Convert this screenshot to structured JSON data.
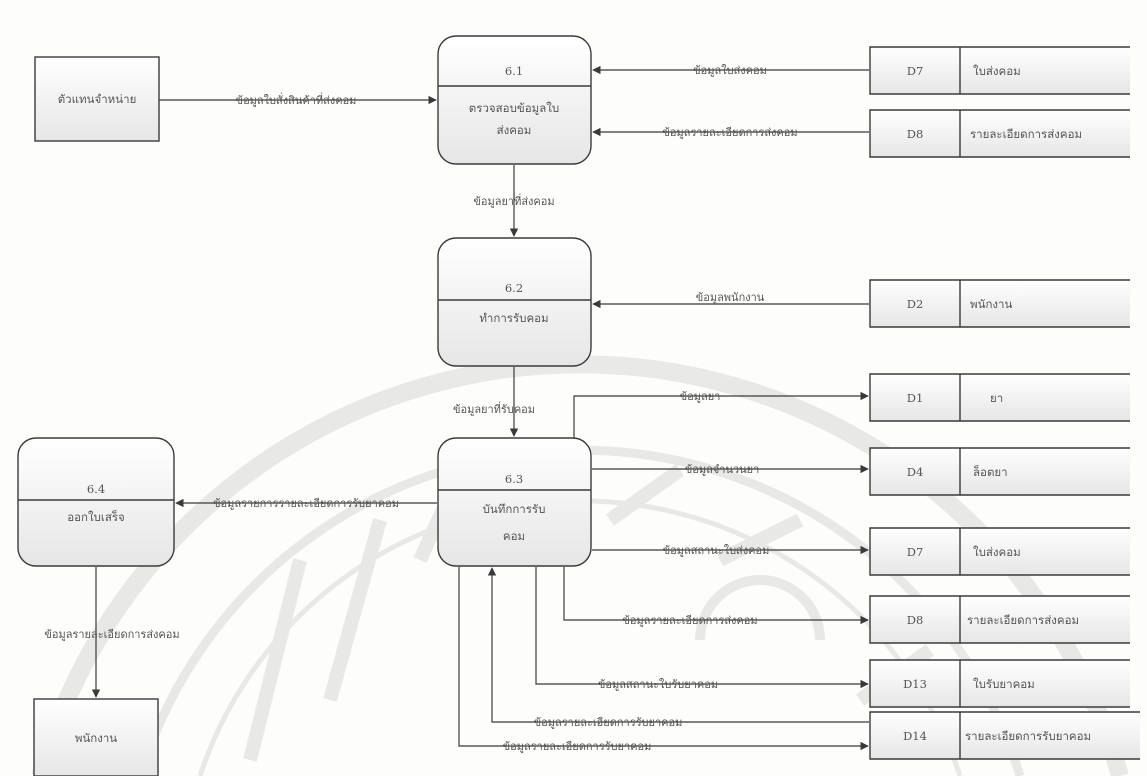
{
  "processes": {
    "p61": {
      "num": "6.1",
      "name": [
        "ตรวจสอบข้อมูลใบ",
        "ส่งคอม"
      ]
    },
    "p62": {
      "num": "6.2",
      "name": [
        "ทำการรับคอม"
      ]
    },
    "p63": {
      "num": "6.3",
      "name": [
        "บันทึกการรับ",
        "คอม"
      ]
    },
    "p64": {
      "num": "6.4",
      "name": [
        "ออกใบเสร็จ"
      ]
    }
  },
  "externals": {
    "customer": "ตัวแทนจำหน่าย",
    "employee": "พนักงาน"
  },
  "stores": [
    {
      "id": "D7",
      "name": "ใบส่งคอม"
    },
    {
      "id": "D8",
      "name": "รายละเอียดการส่งคอม"
    },
    {
      "id": "D2",
      "name": "พนักงาน"
    },
    {
      "id": "D1",
      "name": "ยา"
    },
    {
      "id": "D4",
      "name": "ล็อตยา"
    },
    {
      "id": "D7",
      "name": "ใบส่งคอม"
    },
    {
      "id": "D8",
      "name": "รายละเอียดการส่งคอม"
    },
    {
      "id": "D13",
      "name": "ใบรับยาคอม"
    },
    {
      "id": "D14",
      "name": "รายละเอียดการรับยาคอม"
    }
  ],
  "flows": {
    "f_customer_p61": "ข้อมูลใบสั่งสินค้าที่ส่งคอม",
    "f_d7_p61": "ข้อมูลใบส่งคอม",
    "f_d8_p61": "ข้อมูลรายละเอียดการส่งคอม",
    "f_p61_p62": "ข้อมูลยาที่ส่งคอม",
    "f_d2_p62": "ข้อมูลพนักงาน",
    "f_p62_p63": "ข้อมูลยาที่รับคอม",
    "f_p63_d1": "ข้อมูลยา",
    "f_p63_d4": "ข้อมูลจำนวนยา",
    "f_p63_d7": "ข้อมูลสถานะใบส่งคอม",
    "f_p63_d8": "ข้อมูลรายละเอียดการส่งคอม",
    "f_p63_d13": "ข้อมูลสถานะใบรับยาคอม",
    "f_d14_p63": "ข้อมูลรายละเอียดการรับยาคอม",
    "f_p63_d14": "ข้อมูลรายละเอียดการรับยาคอม",
    "f_p63_p64": "ข้อมูลรายการรายละเอียดการรับยาคอม",
    "f_p64_employee": "ข้อมูลรายละเอียดการส่งคอม"
  },
  "colors": {
    "line": "#3a3a3a",
    "fill_top": "#ffffff",
    "fill_bottom": "#e9e9e9",
    "watermark": "#c9c9c9"
  }
}
